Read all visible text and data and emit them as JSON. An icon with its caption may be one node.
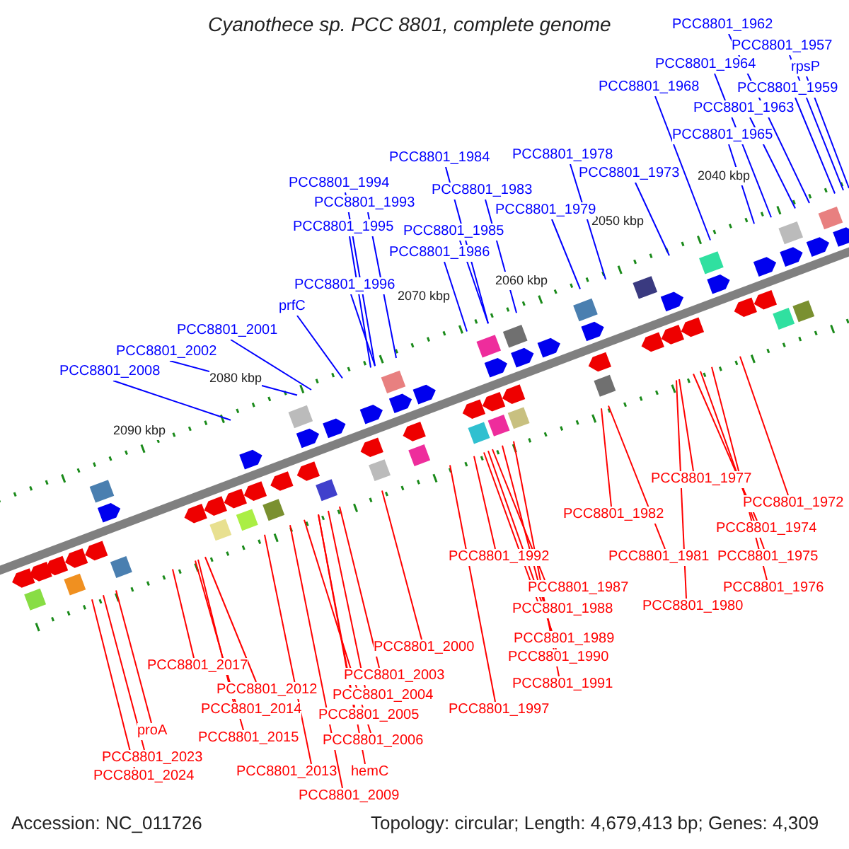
{
  "diagram": {
    "title": "Cyanothece sp. PCC 8801, complete genome",
    "nodes": [
      {
        "text": [
          "PCC8801_1962"
        ]
      },
      {
        "text": [
          "PCC8801_1957"
        ]
      },
      {
        "text": [
          "PCC8801_1964"
        ]
      },
      {
        "text": [
          "rpsP"
        ]
      },
      {
        "text": [
          "PCC8801_1968"
        ]
      },
      {
        "text": [
          "PCC8801_1959"
        ]
      },
      {
        "text": [
          "PCC8801_1963"
        ]
      },
      {
        "text": [
          "PCC8801_1965"
        ]
      },
      {
        "text": [
          "PCC8801_1984"
        ]
      },
      {
        "text": [
          "PCC8801_1978"
        ]
      },
      {
        "text": [
          "PCC8801_1973"
        ]
      },
      {
        "text": [
          "PCC8801_1994"
        ]
      },
      {
        "text": [
          "PCC8801_1983"
        ]
      },
      {
        "text": [
          "PCC8801_1993"
        ]
      },
      {
        "text": [
          "PCC8801_1979"
        ]
      },
      {
        "text": [
          "PCC8801_1995"
        ]
      },
      {
        "text": [
          "PCC8801_1985"
        ]
      },
      {
        "text": [
          "PCC8801_1986"
        ]
      },
      {
        "text": [
          "PCC8801_1996"
        ]
      },
      {
        "text": [
          "prfC"
        ]
      },
      {
        "text": [
          "PCC8801_2001"
        ]
      },
      {
        "text": [
          "PCC8801_2002"
        ]
      },
      {
        "text": [
          "PCC8801_2008"
        ]
      },
      {
        "text": [
          "PCC8801_1977"
        ]
      },
      {
        "text": [
          "PCC8801_1982"
        ]
      },
      {
        "text": [
          "PCC8801_1972"
        ]
      },
      {
        "text": [
          "PCC8801_1974"
        ]
      },
      {
        "text": [
          "PCC8801_1992"
        ]
      },
      {
        "text": [
          "PCC8801_1981"
        ]
      },
      {
        "text": [
          "PCC8801_1975"
        ]
      },
      {
        "text": [
          "PCC8801_1987"
        ]
      },
      {
        "text": [
          "PCC8801_1976"
        ]
      },
      {
        "text": [
          "PCC8801_1980"
        ]
      },
      {
        "text": [
          "PCC8801_1988"
        ]
      },
      {
        "text": [
          "PCC8801_1989"
        ]
      },
      {
        "text": [
          "PCC8801_1990"
        ]
      },
      {
        "text": [
          "PCC8801_1991"
        ]
      },
      {
        "text": [
          "PCC8801_2000"
        ]
      },
      {
        "text": [
          "PCC8801_2003"
        ]
      },
      {
        "text": [
          "PCC8801_2004"
        ]
      },
      {
        "text": [
          "PCC8801_2005"
        ]
      },
      {
        "text": [
          "PCC8801_1997"
        ]
      },
      {
        "text": [
          "PCC8801_2006"
        ]
      },
      {
        "text": [
          "PCC8801_2017"
        ]
      },
      {
        "text": [
          "PCC8801_2012"
        ]
      },
      {
        "text": [
          "PCC8801_2014"
        ]
      },
      {
        "text": [
          "proA"
        ]
      },
      {
        "text": [
          "PCC8801_2015"
        ]
      },
      {
        "text": [
          "PCC8801_2023"
        ]
      },
      {
        "text": [
          "PCC8801_2024"
        ]
      },
      {
        "text": [
          "PCC8801_2013"
        ]
      },
      {
        "text": [
          "hemC"
        ]
      },
      {
        "text": [
          "PCC8801_2009"
        ]
      }
    ],
    "edges": [
      {
        "from": 0,
        "to": null,
        "arrow": "none",
        "color": "#0000ff"
      },
      {
        "from": 1,
        "to": null,
        "arrow": "none",
        "color": "#0000ff"
      },
      {
        "from": 2,
        "to": null,
        "arrow": "none",
        "color": "#0000ff"
      },
      {
        "from": 3,
        "to": null,
        "arrow": "none",
        "color": "#0000ff"
      },
      {
        "from": 4,
        "to": null,
        "arrow": "none",
        "color": "#0000ff"
      },
      {
        "from": 5,
        "to": null,
        "arrow": "none",
        "color": "#0000ff"
      },
      {
        "from": 6,
        "to": null,
        "arrow": "none",
        "color": "#0000ff"
      },
      {
        "from": 7,
        "to": null,
        "arrow": "none",
        "color": "#0000ff"
      },
      {
        "from": 8,
        "to": null,
        "arrow": "none",
        "color": "#0000ff"
      },
      {
        "from": 9,
        "to": null,
        "arrow": "none",
        "color": "#0000ff"
      },
      {
        "from": 10,
        "to": null,
        "arrow": "none",
        "color": "#0000ff"
      },
      {
        "from": 11,
        "to": null,
        "arrow": "none",
        "color": "#0000ff"
      },
      {
        "from": 12,
        "to": null,
        "arrow": "none",
        "color": "#0000ff"
      },
      {
        "from": 13,
        "to": null,
        "arrow": "none",
        "color": "#0000ff"
      },
      {
        "from": 14,
        "to": null,
        "arrow": "none",
        "color": "#0000ff"
      },
      {
        "from": 15,
        "to": null,
        "arrow": "none",
        "color": "#0000ff"
      },
      {
        "from": 16,
        "to": null,
        "arrow": "none",
        "color": "#0000ff"
      },
      {
        "from": 17,
        "to": null,
        "arrow": "none",
        "color": "#0000ff"
      },
      {
        "from": 18,
        "to": null,
        "arrow": "none",
        "color": "#0000ff"
      },
      {
        "from": 19,
        "to": null,
        "arrow": "none",
        "color": "#0000ff"
      },
      {
        "from": 20,
        "to": null,
        "arrow": "none",
        "color": "#0000ff"
      },
      {
        "from": 21,
        "to": null,
        "arrow": "none",
        "color": "#0000ff"
      },
      {
        "from": 22,
        "to": null,
        "arrow": "none",
        "color": "#0000ff"
      },
      {
        "from": 23,
        "to": null,
        "arrow": "none"
      },
      {
        "from": 24,
        "to": null,
        "arrow": "none"
      },
      {
        "from": 25,
        "to": null,
        "arrow": "none"
      },
      {
        "from": 26,
        "to": null,
        "arrow": "none"
      },
      {
        "from": 27,
        "to": null,
        "arrow": "none"
      },
      {
        "from": 28,
        "to": null,
        "arrow": "none"
      },
      {
        "from": 29,
        "to": null,
        "arrow": "none"
      },
      {
        "from": 30,
        "to": null,
        "arrow": "none"
      },
      {
        "from": 31,
        "to": null,
        "arrow": "none"
      },
      {
        "from": 32,
        "to": null,
        "arrow": "none"
      },
      {
        "from": 33,
        "to": null,
        "arrow": "none"
      },
      {
        "from": 34,
        "to": null,
        "arrow": "none"
      },
      {
        "from": 35,
        "to": null,
        "arrow": "none"
      },
      {
        "from": 36,
        "to": null,
        "arrow": "none"
      },
      {
        "from": 37,
        "to": null,
        "arrow": "none"
      },
      {
        "from": 38,
        "to": null,
        "arrow": "none"
      },
      {
        "from": 39,
        "to": null,
        "arrow": "none"
      },
      {
        "from": 40,
        "to": null,
        "arrow": "none"
      },
      {
        "from": 41,
        "to": null,
        "arrow": "none"
      },
      {
        "from": 42,
        "to": null,
        "arrow": "none"
      },
      {
        "from": 43,
        "to": null,
        "arrow": "none"
      },
      {
        "from": 44,
        "to": null,
        "arrow": "none"
      },
      {
        "from": 45,
        "to": null,
        "arrow": "none"
      },
      {
        "from": 46,
        "to": null,
        "arrow": "none"
      },
      {
        "from": 47,
        "to": null,
        "arrow": "none"
      },
      {
        "from": 48,
        "to": null,
        "arrow": "none"
      },
      {
        "from": 49,
        "to": null,
        "arrow": "none"
      },
      {
        "from": 50,
        "to": null,
        "arrow": "none"
      },
      {
        "from": 51,
        "to": null,
        "arrow": "none"
      },
      {
        "from": 52,
        "to": null,
        "arrow": "none"
      }
    ],
    "labels": [
      "2040 kbp",
      "2050 kbp",
      "2060 kbp",
      "2070 kbp",
      "2080 kbp",
      "2090 kbp",
      "Accession: NC_011726",
      "Topology: circular; Length: 4,679,413 bp; Genes: 4,309"
    ]
  }
}
